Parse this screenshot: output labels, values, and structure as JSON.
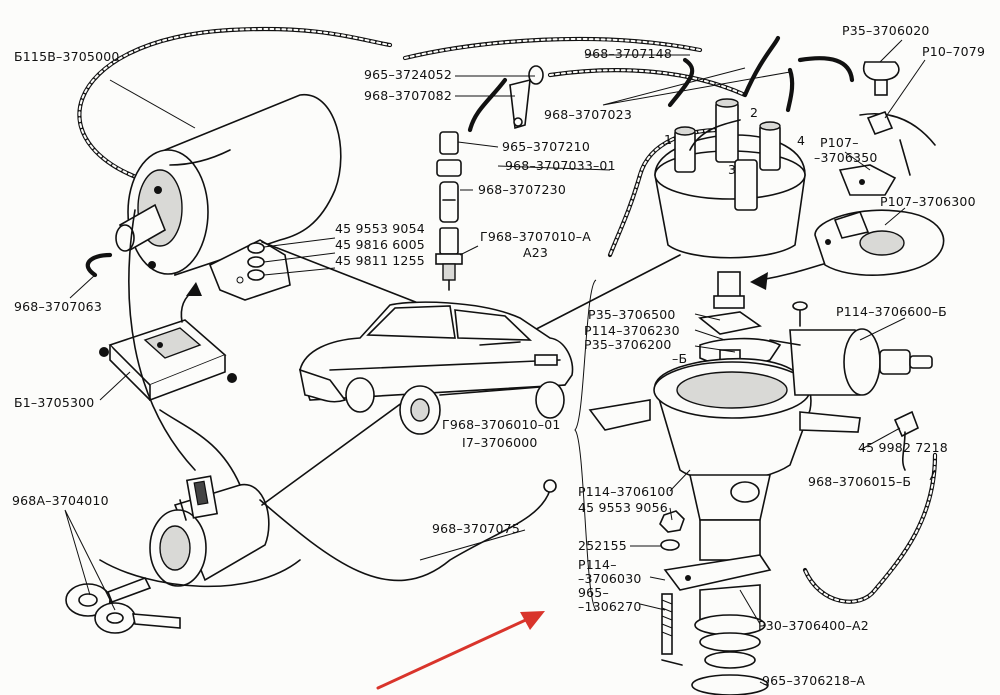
{
  "labels": {
    "coil": "Б115В–3705000",
    "coil_wire": "968–3707063",
    "ballast": "Б1–3705300",
    "ign_switch": "968А–3704010",
    "ign_wire": "968–3707075",
    "hv_wire_a": "968–3707148",
    "hv_wire_b": "965–3724052",
    "hv_wire_c": "968–3707082",
    "hv_wire_d": "968–3707023",
    "plug_cap": "965–3707210",
    "plug_wire": "968–3707033–01",
    "plug_tip": "968–3707230",
    "bolt_1": "45 9553 9054",
    "bolt_2": "45 9816 6005",
    "bolt_3": "45 9811 1255",
    "spark_plug": "Г968–3707010–А",
    "spark_plug_type": "А23",
    "cap_clip": "Р35–3706020",
    "rotor": "Р10–7079",
    "breaker_a": "Р107–",
    "breaker_a2": "–3706350",
    "breaker_plate": "Р107–3706300",
    "shaft_a": "Р35–3706500",
    "shaft_b": "Р114–3706230",
    "shaft_c": "Р35–3706200",
    "shaft_c2": "–Б",
    "vacuum": "Р114–3706600–Б",
    "cond": "45 9982 7218",
    "vac_hose": "968–3706015–Б",
    "distributor_a": "Г968–3706010–01",
    "distributor_b": "І7–3706000",
    "housing": "Р114–3706100",
    "nut": "45 9553 9056",
    "washer": "252155",
    "coupling_a": "Р114–",
    "coupling_a2": "–3706030",
    "coupling_b": "965–",
    "coupling_b2": "–1306270",
    "bracket": "Р30–3706400–А2",
    "bottom_part": "965–3706218–А",
    "term_1": "1",
    "term_2": "2",
    "term_3": "3",
    "term_4": "4"
  },
  "colors": {
    "ink": "#111111",
    "paper": "#fcfcfa",
    "arrow": "#d9342b"
  }
}
